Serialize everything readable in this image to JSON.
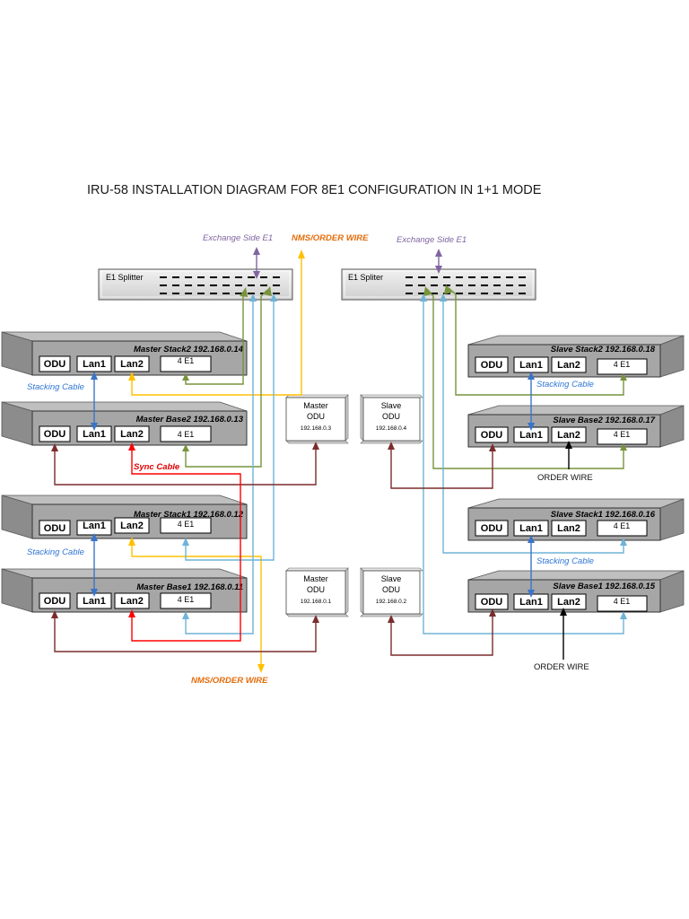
{
  "title": "IRU-58 INSTALLATION DIAGRAM FOR 8E1 CONFIGURATION IN 1+1 MODE",
  "labels": {
    "exchange_left": "Exchange Side E1",
    "nms_top": "NMS/ORDER WIRE",
    "exchange_right": "Exchange Side E1",
    "nms_bottom": "NMS/ORDER WIRE",
    "stacking_cable": "Stacking Cable",
    "sync_cable": "Sync Cable",
    "order_wire": "ORDER WIRE"
  },
  "splitters": [
    {
      "label": "E1 Splitter"
    },
    {
      "label": "E1 Spliter"
    }
  ],
  "devices": [
    {
      "name": "Master Stack2 192.168.0.14"
    },
    {
      "name": "Master Base2 192.168.0.13"
    },
    {
      "name": "Master Stack1 192.168.0.12"
    },
    {
      "name": "Master Base1 192.168.0.11"
    },
    {
      "name": "Slave Stack2 192.168.0.18"
    },
    {
      "name": "Slave Base2 192.168.0.17"
    },
    {
      "name": "Slave Stack1 192.168.0.16"
    },
    {
      "name": "Slave Base1 192.168.0.15"
    }
  ],
  "ports": {
    "odu": "ODU",
    "lan1": "Lan1",
    "lan2": "Lan2",
    "e1": "4 E1"
  },
  "odus": [
    {
      "line1": "Master",
      "line2": "ODU",
      "ip": "192.168.0.3"
    },
    {
      "line1": "Slave",
      "line2": "ODU",
      "ip": "192.168.0.4"
    },
    {
      "line1": "Master",
      "line2": "ODU",
      "ip": "192.168.0.1"
    },
    {
      "line1": "Slave",
      "line2": "ODU",
      "ip": "192.168.0.2"
    }
  ],
  "colors": {
    "purple": "#8064a2",
    "orange": "#ffc000",
    "green": "#77933c",
    "light_blue": "#6fb3d7",
    "brown": "#7b2c2c",
    "red": "#ff0000",
    "blue": "#3a73c8",
    "black": "#000000"
  }
}
